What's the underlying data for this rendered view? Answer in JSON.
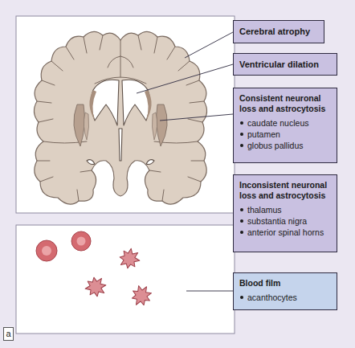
{
  "diagram": {
    "nodes": [
      {
        "text": [
          "Cerebral atrophy"
        ]
      },
      {
        "text": [
          "Ventricular dilation"
        ]
      },
      {
        "text": [
          "Consistent neuronal loss and astrocytosis",
          "caudate nucleus",
          "putamen",
          "globus pallidus"
        ]
      },
      {
        "text": [
          "Inconsistent neuronal loss and astrocytosis",
          "thalamus",
          "substantia nigra",
          "anterior spinal horns"
        ]
      },
      {
        "text": [
          "Blood film",
          "acanthocytes"
        ]
      },
      {
        "text": [
          "a"
        ]
      }
    ]
  }
}
